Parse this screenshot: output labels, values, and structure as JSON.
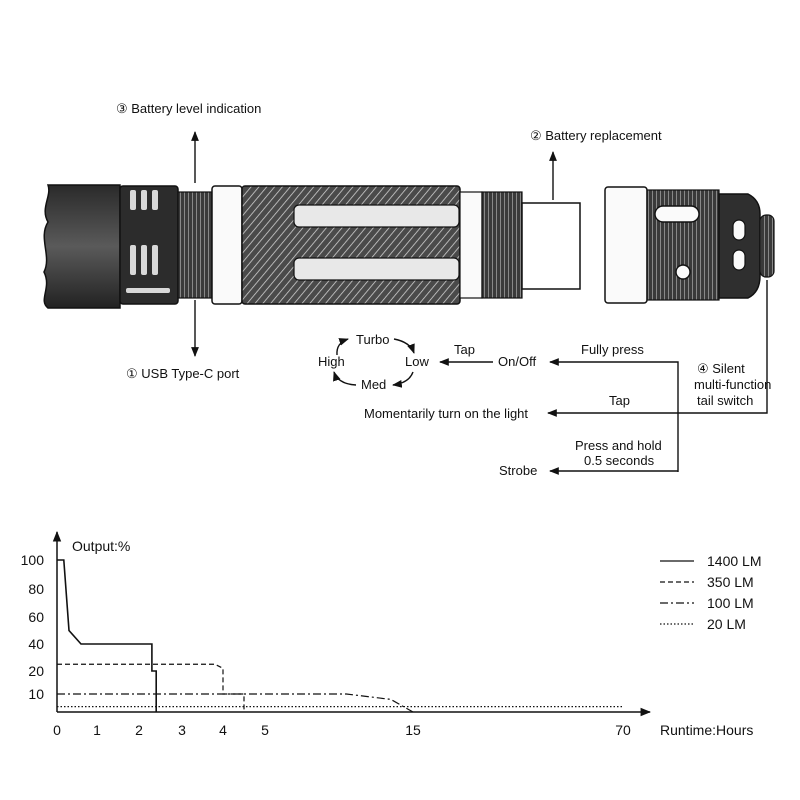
{
  "annotations": {
    "battery_level": "③  Battery level indication",
    "battery_replacement": "②  Battery replacement",
    "usb_port": "①  USB Type-C port",
    "tail_switch": [
      "④ Silent",
      "multi-function",
      "tail switch"
    ]
  },
  "mode_cycle": {
    "turbo": "Turbo",
    "high": "High",
    "low": "Low",
    "med": "Med"
  },
  "operations": {
    "on_off": "On/Off",
    "fully_press": "Fully press",
    "tap_top": "Tap",
    "tap_middle": "Tap",
    "momentary": "Momentarily turn on the light",
    "press_hold": [
      "Press and hold",
      "0.5 seconds"
    ],
    "strobe": "Strobe"
  },
  "chart_data": {
    "type": "line",
    "ylabel": "Output:%",
    "xlabel": "Runtime:Hours",
    "x_ticks": [
      "0",
      "1",
      "2",
      "3",
      "4",
      "5",
      "15",
      "70"
    ],
    "y_ticks": [
      "100",
      "80",
      "60",
      "40",
      "20",
      "10"
    ],
    "legend_position": "top-right",
    "series": [
      {
        "name": "1400 LM",
        "dash": "solid",
        "points": [
          [
            0,
            100
          ],
          [
            0.17,
            100
          ],
          [
            0.3,
            50
          ],
          [
            0.6,
            40
          ],
          [
            2.3,
            40
          ],
          [
            2.3,
            20
          ],
          [
            2.4,
            20
          ],
          [
            2.4,
            0
          ]
        ]
      },
      {
        "name": "350 LM",
        "dash": "dashed",
        "points": [
          [
            0,
            25
          ],
          [
            3.8,
            25
          ],
          [
            4,
            22
          ],
          [
            4,
            10
          ],
          [
            4.5,
            10
          ],
          [
            4.5,
            0
          ]
        ]
      },
      {
        "name": "100 LM",
        "dash": "dashdot",
        "points": [
          [
            0,
            10
          ],
          [
            10.5,
            10
          ],
          [
            13.5,
            7
          ],
          [
            15,
            0
          ]
        ]
      },
      {
        "name": "20 LM",
        "dash": "dotted",
        "points": [
          [
            0,
            3
          ],
          [
            70,
            3
          ]
        ]
      }
    ]
  }
}
